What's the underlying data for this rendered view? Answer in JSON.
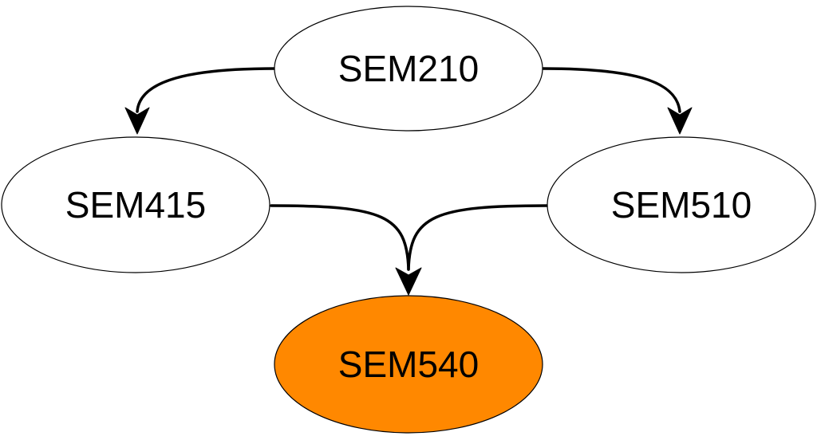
{
  "nodes": {
    "sem210": {
      "label": "SEM210",
      "fill": "#ffffff"
    },
    "sem415": {
      "label": "SEM415",
      "fill": "#ffffff"
    },
    "sem510": {
      "label": "SEM510",
      "fill": "#ffffff"
    },
    "sem540": {
      "label": "SEM540",
      "fill": "#ff8800"
    }
  },
  "edges": [
    {
      "from": "SEM210",
      "to": "SEM415"
    },
    {
      "from": "SEM210",
      "to": "SEM510"
    },
    {
      "from": "SEM415",
      "to": "SEM540"
    },
    {
      "from": "SEM510",
      "to": "SEM540"
    }
  ],
  "colors": {
    "stroke": "#000000",
    "highlight": "#ff8800"
  }
}
